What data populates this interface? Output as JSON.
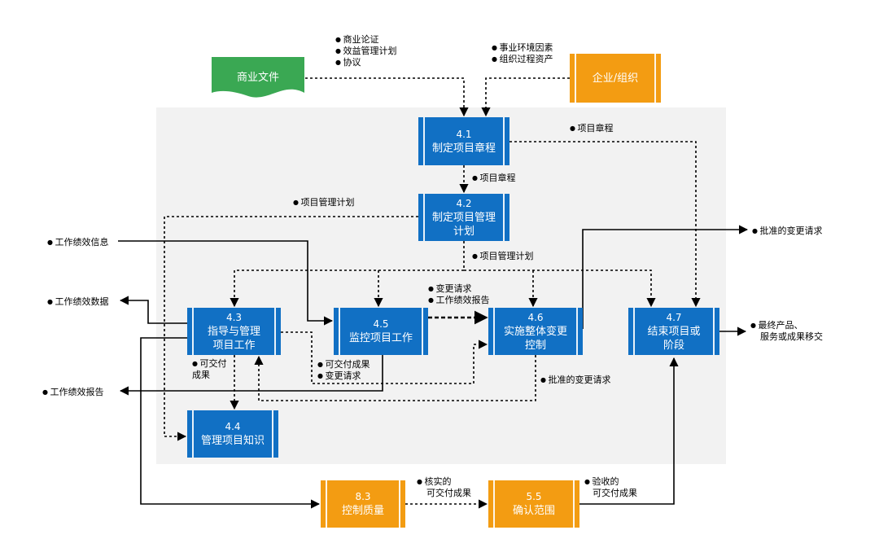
{
  "inputs": {
    "business_docs": "商业文件",
    "business_docs_items": [
      "商业论证",
      "效益管理计划",
      "协议"
    ],
    "enterprise": "企业/组织",
    "enterprise_items": [
      "事业环境因素",
      "组织过程资产"
    ]
  },
  "processes": {
    "p41": {
      "num": "4.1",
      "name": "制定项目章程"
    },
    "p42": {
      "num": "4.2",
      "name_line1": "制定项目管理",
      "name_line2": "计划"
    },
    "p43": {
      "num": "4.3",
      "name_line1": "指导与管理",
      "name_line2": "项目工作"
    },
    "p44": {
      "num": "4.4",
      "name": "管理项目知识"
    },
    "p45": {
      "num": "4.5",
      "name": "监控项目工作"
    },
    "p46": {
      "num": "4.6",
      "name_line1": "实施整体变更",
      "name_line2": "控制"
    },
    "p47": {
      "num": "4.7",
      "name_line1": "结束项目或",
      "name_line2": "阶段"
    },
    "p83": {
      "num": "8.3",
      "name": "控制质量"
    },
    "p55": {
      "num": "5.5",
      "name": "确认范围"
    }
  },
  "labels": {
    "charter_right": "项目章程",
    "charter_down": "项目章程",
    "pm_plan_left": "项目管理计划",
    "pm_plan_down": "项目管理计划",
    "change_request": "变更请求",
    "work_perf_reports": "工作绩效报告",
    "deliverables_line1": "可交付",
    "deliverables_line2": "成果",
    "deliverables_45": "可交付成果",
    "change_request_45": "变更请求",
    "approved_changes_46": "批准的变更请求",
    "verified_line1": "核实的",
    "verified_line2": "可交付成果",
    "accepted_line1": "验收的",
    "accepted_line2": "可交付成果"
  },
  "external": {
    "work_perf_info": "工作绩效信息",
    "work_perf_data": "工作绩效数据",
    "work_perf_report": "工作绩效报告",
    "approved_changes": "批准的变更请求",
    "final_line1": "最终产品、",
    "final_line2": "服务或成果移交"
  },
  "colors": {
    "process_blue": "#1170c4",
    "support_orange": "#f39c12",
    "doc_green": "#3aa853",
    "region_gray": "#f2f2f2"
  }
}
